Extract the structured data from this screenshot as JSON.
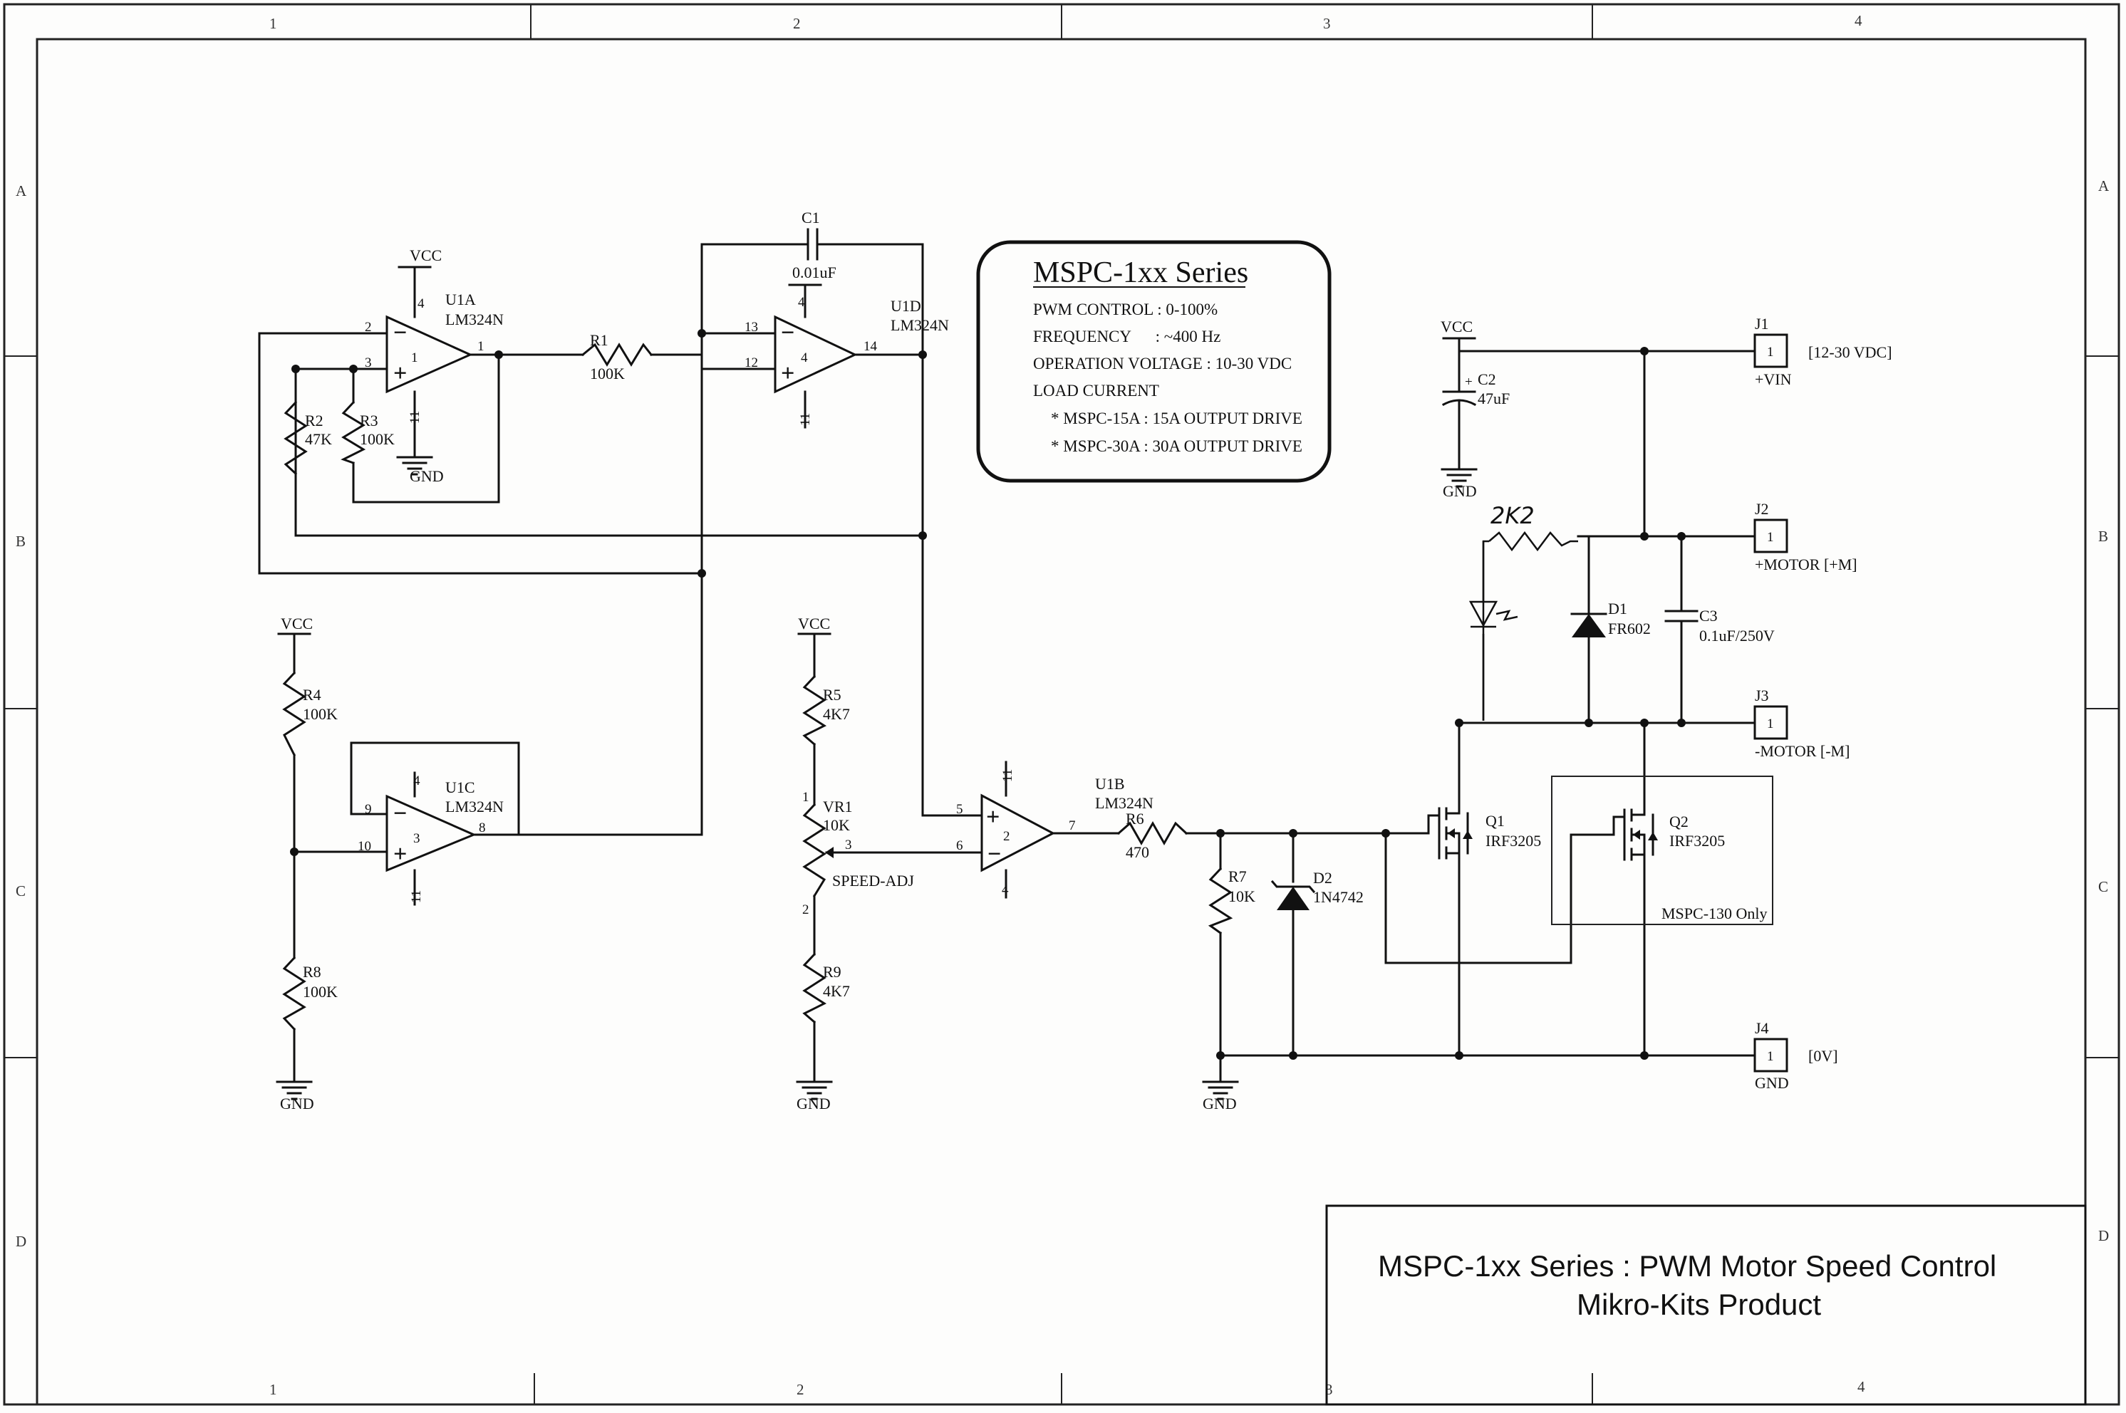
{
  "border": {
    "columns": [
      "1",
      "2",
      "3",
      "4"
    ],
    "rows": [
      "A",
      "B",
      "C",
      "D"
    ]
  },
  "spec_box": {
    "title": "MSPC-1xx Series",
    "lines": [
      "PWM CONTROL : 0-100%",
      "FREQUENCY      : ~400 Hz",
      "OPERATION VOLTAGE : 10-30 VDC",
      "LOAD CURRENT",
      "* MSPC-15A : 15A OUTPUT DRIVE",
      "* MSPC-30A : 30A OUTPUT DRIVE"
    ]
  },
  "title_block": {
    "line1": "MSPC-1xx Series : PWM Motor Speed Control",
    "line2": "Mikro-Kits Product"
  },
  "power": {
    "vcc": "VCC",
    "gnd": "GND"
  },
  "opamps": {
    "u1a": {
      "ref": "U1A",
      "part": "LM324N",
      "unit": "1",
      "pins": [
        "2",
        "3",
        "1",
        "4",
        "11"
      ]
    },
    "u1d": {
      "ref": "U1D",
      "part": "LM324N",
      "unit": "4",
      "pins": [
        "13",
        "12",
        "14",
        "4",
        "11"
      ]
    },
    "u1c": {
      "ref": "U1C",
      "part": "LM324N",
      "unit": "3",
      "pins": [
        "9",
        "10",
        "8",
        "4",
        "11"
      ]
    },
    "u1b": {
      "ref": "U1B",
      "part": "LM324N",
      "unit": "2",
      "pins": [
        "5",
        "6",
        "7",
        "11",
        "4"
      ]
    },
    "minus": "−",
    "plus": "+"
  },
  "resistors": {
    "r1": {
      "ref": "R1",
      "value": "100K"
    },
    "r2": {
      "ref": "R2",
      "value": "47K"
    },
    "r3": {
      "ref": "R3",
      "value": "100K"
    },
    "r4": {
      "ref": "R4",
      "value": "100K"
    },
    "r5": {
      "ref": "R5",
      "value": "4K7"
    },
    "r6": {
      "ref": "R6",
      "value": "470"
    },
    "r7": {
      "ref": "R7",
      "value": "10K"
    },
    "r8": {
      "ref": "R8",
      "value": "100K"
    },
    "r9": {
      "ref": "R9",
      "value": "4K7"
    }
  },
  "capacitors": {
    "c1": {
      "ref": "C1",
      "value": "0.01uF"
    },
    "c2": {
      "ref": "C2",
      "value": "47uF",
      "polarity": "+"
    },
    "c3": {
      "ref": "C3",
      "value": "0.1uF/250V"
    }
  },
  "pot": {
    "ref": "VR1",
    "value": "10K",
    "label": "SPEED-ADJ",
    "pins": [
      "1",
      "2",
      "3"
    ]
  },
  "diodes": {
    "d1": {
      "ref": "D1",
      "value": "FR602"
    },
    "d2": {
      "ref": "D2",
      "value": "1N4742"
    }
  },
  "mosfets": {
    "q1": {
      "ref": "Q1",
      "value": "IRF3205"
    },
    "q2": {
      "ref": "Q2",
      "value": "IRF3205"
    },
    "option_label": "MSPC-130 Only"
  },
  "handwritten": {
    "resistor": "2K2"
  },
  "connectors": {
    "j1": {
      "ref": "J1",
      "pin": "1",
      "name": "+VIN",
      "note": "[12-30 VDC]"
    },
    "j2": {
      "ref": "J2",
      "pin": "1",
      "name": "+MOTOR [+M]"
    },
    "j3": {
      "ref": "J3",
      "pin": "1",
      "name": "-MOTOR [-M]"
    },
    "j4": {
      "ref": "J4",
      "pin": "1",
      "name": "GND",
      "note": "[0V]"
    }
  }
}
